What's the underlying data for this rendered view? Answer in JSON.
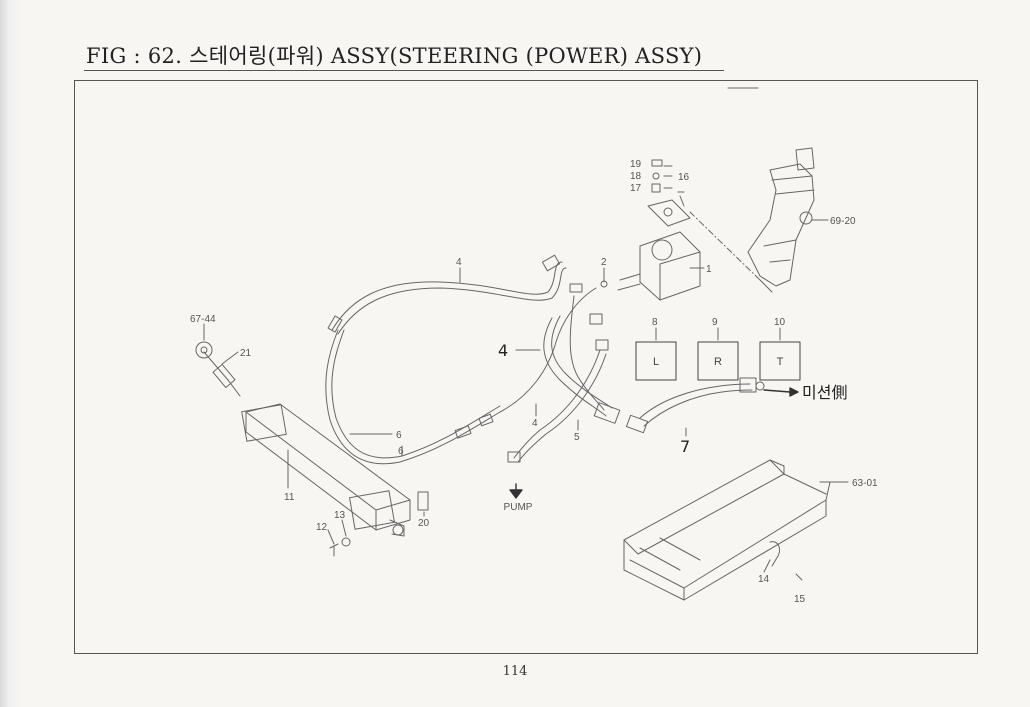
{
  "header": {
    "title": "FIG : 62. 스테어링(파워) ASSY(STEERING (POWER) ASSY)"
  },
  "footer": {
    "page_number": "114"
  },
  "diagram": {
    "callouts": {
      "c1": "1",
      "c2": "2",
      "c4a": "4",
      "c4b": "4",
      "c4c": "4",
      "c5": "5",
      "c6a": "6",
      "c6b": "6",
      "c7": "7",
      "c8": "8",
      "c9": "9",
      "c10": "10",
      "c11": "11",
      "c12": "12",
      "c13": "13",
      "c14": "14",
      "c15": "15",
      "c16": "16",
      "c17": "17",
      "c18": "18",
      "c19": "19",
      "c20": "20",
      "c21": "21",
      "c67_44": "67-44",
      "c69_20": "69-20",
      "c63_01": "63-01"
    },
    "port_boxes": {
      "l": "L",
      "r": "R",
      "t": "T"
    },
    "pump_label": "PUMP",
    "handwritten_note": "미션側"
  }
}
